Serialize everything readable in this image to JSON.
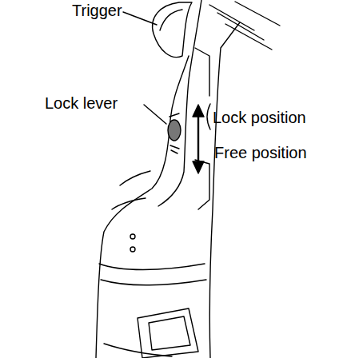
{
  "diagram": {
    "labels": [
      "Trigger",
      "Lock lever",
      "Lock position",
      "Free position"
    ]
  }
}
